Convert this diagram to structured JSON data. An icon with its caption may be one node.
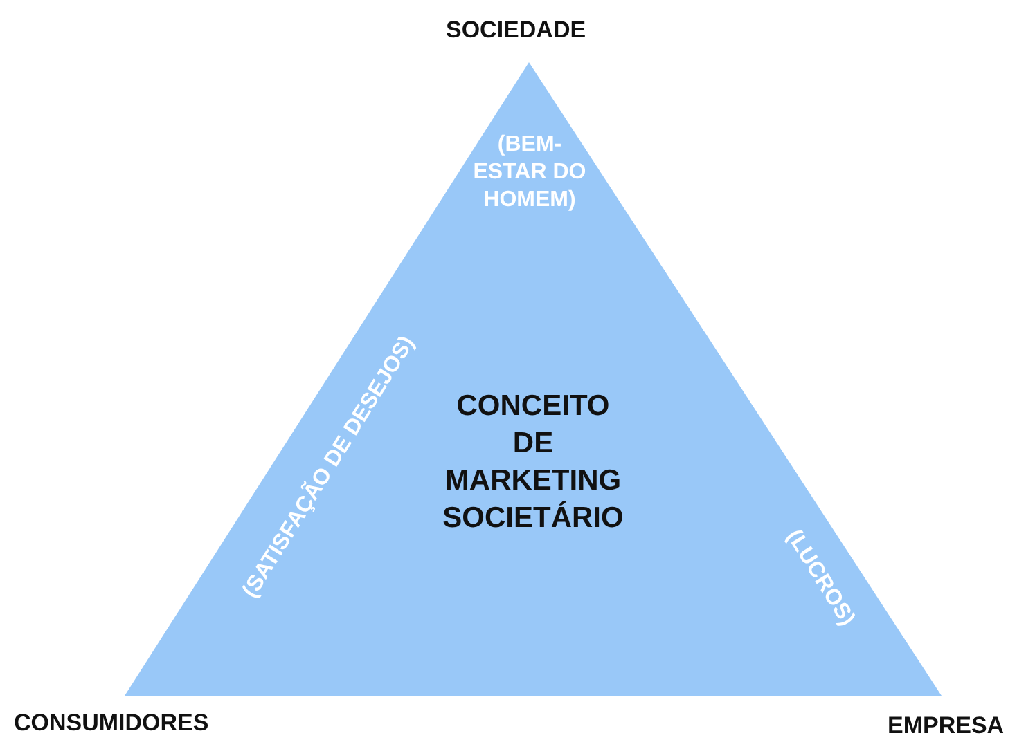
{
  "diagram": {
    "nodes": [
      {
        "text": [
          "CONCEITO DE MARKETING SOCIETÁRIO"
        ]
      }
    ],
    "edges": [],
    "labels": [
      "SOCIEDADE",
      "(BEM-ESTAR DO HOMEM)",
      "(SATISFAÇÃO DE DESEJOS)",
      "(LUCROS)",
      "CONSUMIDORES",
      "EMPRESA"
    ]
  }
}
